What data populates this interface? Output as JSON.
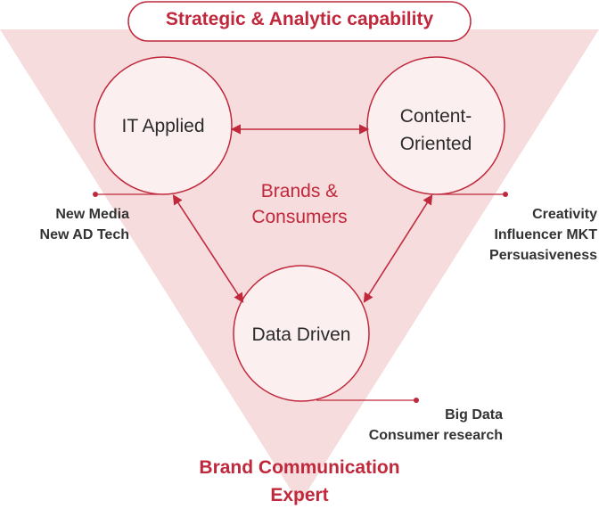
{
  "header": {
    "title": "Strategic & Analytic capability"
  },
  "nodes": {
    "it_applied": {
      "label": "IT Applied"
    },
    "content_oriented": {
      "line1": "Content-",
      "line2": "Oriented"
    },
    "data_driven": {
      "label": "Data Driven"
    }
  },
  "center": {
    "line1": "Brands &",
    "line2": "Consumers"
  },
  "annotations": {
    "left": [
      "New Media",
      "New AD Tech"
    ],
    "right": [
      "Creativity",
      "Influencer MKT",
      "Persuasiveness"
    ],
    "bottom": [
      "Big Data",
      "Consumer research"
    ]
  },
  "footer": {
    "line1": "Brand Communication",
    "line2": "Expert"
  },
  "colors": {
    "accent": "#c0283c",
    "triangle_fill": "#f6dcdd",
    "circle_fill": "#fbeff0",
    "title_pill_fill": "#ffffff",
    "node_text": "#2b2b2b",
    "annotation_text": "#333333"
  }
}
